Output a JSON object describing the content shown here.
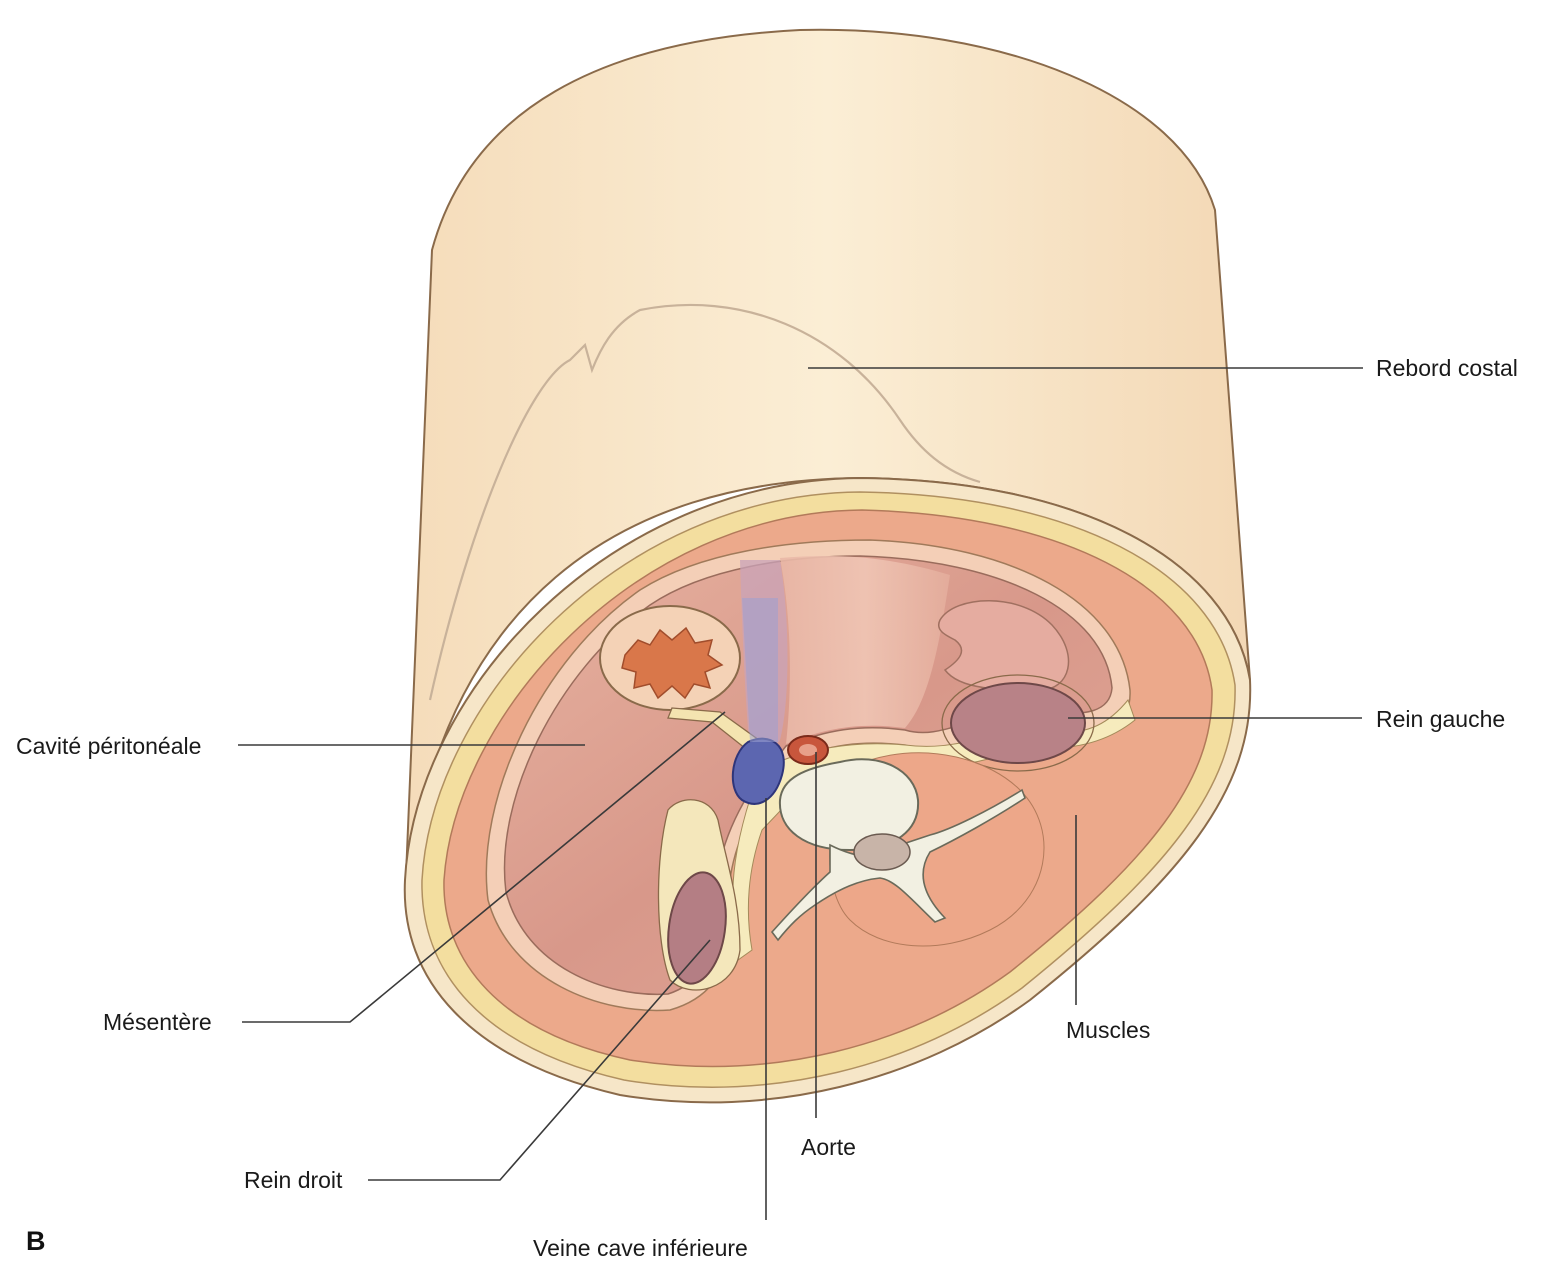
{
  "panel_letter": "B",
  "labels": {
    "rebord_costal": "Rebord costal",
    "rein_gauche": "Rein gauche",
    "cavite_peritoneale": "Cavité péritonéale",
    "mesentere": "Mésentère",
    "muscles": "Muscles",
    "aorte": "Aorte",
    "rein_droit": "Rein droit",
    "veine_cave": "Veine cave inférieure"
  },
  "colors": {
    "skin": "#f6e3c4",
    "fat": "#f4e0a8",
    "muscle": "#eba98a",
    "peritoneum_wall": "#f3c9ae",
    "cavity": "#dd9d8b",
    "kidney": "#b98286",
    "vein": "#5c66b0",
    "artery": "#c8563c",
    "bone": "#f1f0e3"
  }
}
